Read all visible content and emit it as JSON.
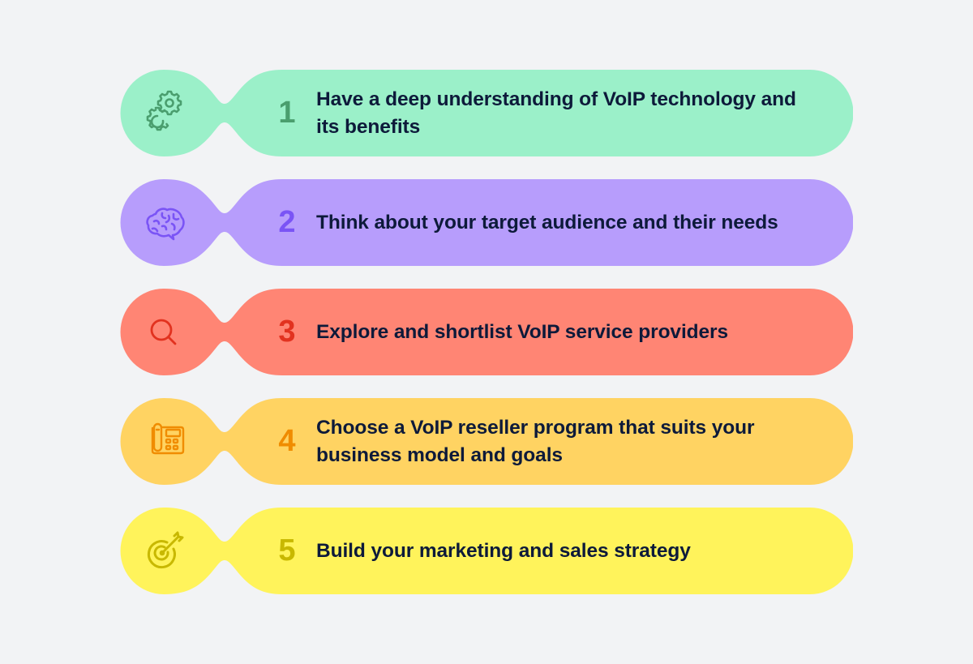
{
  "steps": [
    {
      "number": "1",
      "text": "Have a deep understanding of VoIP technology and its benefits",
      "icon": "gears-icon",
      "bg_color": "#9bf0c9",
      "accent_color": "#4a9e6e"
    },
    {
      "number": "2",
      "text": "Think about your target audience and their needs",
      "icon": "brain-icon",
      "bg_color": "#b79dfc",
      "accent_color": "#7a54f5"
    },
    {
      "number": "3",
      "text": "Explore and shortlist VoIP service providers",
      "icon": "search-icon",
      "bg_color": "#ff8574",
      "accent_color": "#e2321f"
    },
    {
      "number": "4",
      "text": "Choose a VoIP reseller program that suits your business model and goals",
      "icon": "desk-phone-icon",
      "bg_color": "#ffd362",
      "accent_color": "#f08c00"
    },
    {
      "number": "5",
      "text": "Build your marketing and sales strategy",
      "icon": "target-icon",
      "bg_color": "#fff35b",
      "accent_color": "#c8b800"
    }
  ],
  "colors": {
    "background": "#f2f3f5",
    "text": "#0d1a3a"
  }
}
